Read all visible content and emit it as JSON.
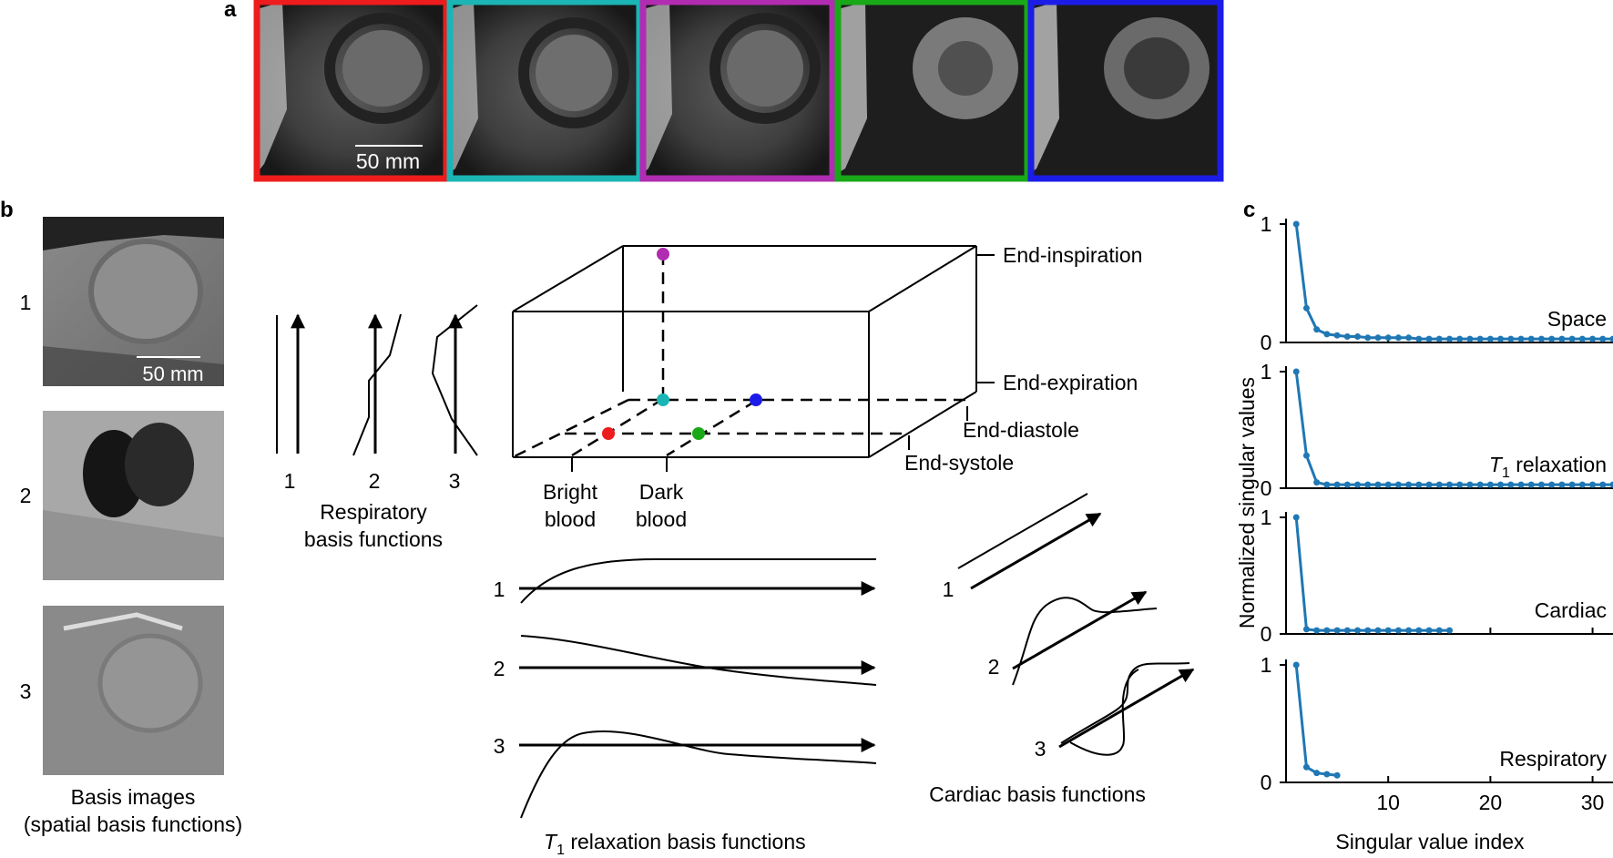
{
  "panel_labels": {
    "a": "a",
    "b": "b",
    "c": "c"
  },
  "panel_a": {
    "frame_colors": [
      "#ee1c1c",
      "#1cb5b5",
      "#b02cb0",
      "#18a818",
      "#1c1ce8"
    ],
    "scale_bar": "50 mm"
  },
  "basis_images": {
    "numbers": [
      "1",
      "2",
      "3"
    ],
    "scale_bar": "50 mm",
    "caption_line1": "Basis images",
    "caption_line2": "(spatial basis functions)"
  },
  "respiratory": {
    "numbers": [
      "1",
      "2",
      "3"
    ],
    "caption_line1": "Respiratory",
    "caption_line2": "basis functions"
  },
  "cube": {
    "end_inspiration": "End-inspiration",
    "end_expiration": "End-expiration",
    "end_diastole": "End-diastole",
    "end_systole": "End-systole",
    "bright_line1": "Bright",
    "bright_line2": "blood",
    "dark_line1": "Dark",
    "dark_line2": "blood",
    "dot_colors": {
      "magenta": "#b02cb0",
      "cyan": "#1cb5b5",
      "blue": "#1c1ce8",
      "red": "#ee1c1c",
      "green": "#18a818"
    }
  },
  "t1": {
    "numbers": [
      "1",
      "2",
      "3"
    ],
    "caption_T": "T",
    "caption_sub": "1",
    "caption_rest": " relaxation basis functions"
  },
  "cardiac": {
    "numbers": [
      "1",
      "2",
      "3"
    ],
    "caption": "Cardiac basis functions"
  },
  "chart_data": {
    "type": "line",
    "xlabel": "Singular value index",
    "ylabel": "Normalized singular values",
    "xlim": [
      0,
      32
    ],
    "xticks": [
      10,
      20,
      30
    ],
    "yticks": [
      0,
      1
    ],
    "color": "#1f77b4",
    "series": [
      {
        "name": "Space",
        "x": [
          1,
          2,
          3,
          4,
          5,
          6,
          7,
          8,
          9,
          10,
          11,
          12,
          13,
          14,
          15,
          16,
          17,
          18,
          19,
          20,
          21,
          22,
          23,
          24,
          25,
          26,
          27,
          28,
          29,
          30,
          31,
          32
        ],
        "values": [
          1,
          0.29,
          0.11,
          0.07,
          0.06,
          0.05,
          0.05,
          0.04,
          0.04,
          0.04,
          0.04,
          0.04,
          0.03,
          0.03,
          0.03,
          0.03,
          0.03,
          0.03,
          0.03,
          0.03,
          0.03,
          0.03,
          0.03,
          0.03,
          0.03,
          0.03,
          0.03,
          0.03,
          0.03,
          0.03,
          0.03,
          0.03
        ]
      },
      {
        "name": "T1 relaxation",
        "name_T": "T",
        "name_sub": "1",
        "name_rest": " relaxation",
        "x": [
          1,
          2,
          3,
          4,
          5,
          6,
          7,
          8,
          9,
          10,
          11,
          12,
          13,
          14,
          15,
          16,
          17,
          18,
          19,
          20,
          21,
          22,
          23,
          24,
          25,
          26,
          27,
          28,
          29,
          30,
          31,
          32
        ],
        "values": [
          1,
          0.28,
          0.05,
          0.03,
          0.03,
          0.03,
          0.03,
          0.03,
          0.03,
          0.03,
          0.03,
          0.03,
          0.03,
          0.03,
          0.03,
          0.03,
          0.03,
          0.03,
          0.03,
          0.03,
          0.03,
          0.03,
          0.03,
          0.03,
          0.03,
          0.03,
          0.03,
          0.03,
          0.03,
          0.03,
          0.03,
          0.03
        ]
      },
      {
        "name": "Cardiac",
        "x": [
          1,
          2,
          3,
          4,
          5,
          6,
          7,
          8,
          9,
          10,
          11,
          12,
          13,
          14,
          15,
          16
        ],
        "values": [
          1,
          0.04,
          0.03,
          0.03,
          0.03,
          0.03,
          0.03,
          0.03,
          0.03,
          0.03,
          0.03,
          0.03,
          0.03,
          0.03,
          0.03,
          0.03
        ]
      },
      {
        "name": "Respiratory",
        "x": [
          1,
          2,
          3,
          4,
          5
        ],
        "values": [
          1,
          0.13,
          0.08,
          0.07,
          0.06
        ]
      }
    ]
  }
}
